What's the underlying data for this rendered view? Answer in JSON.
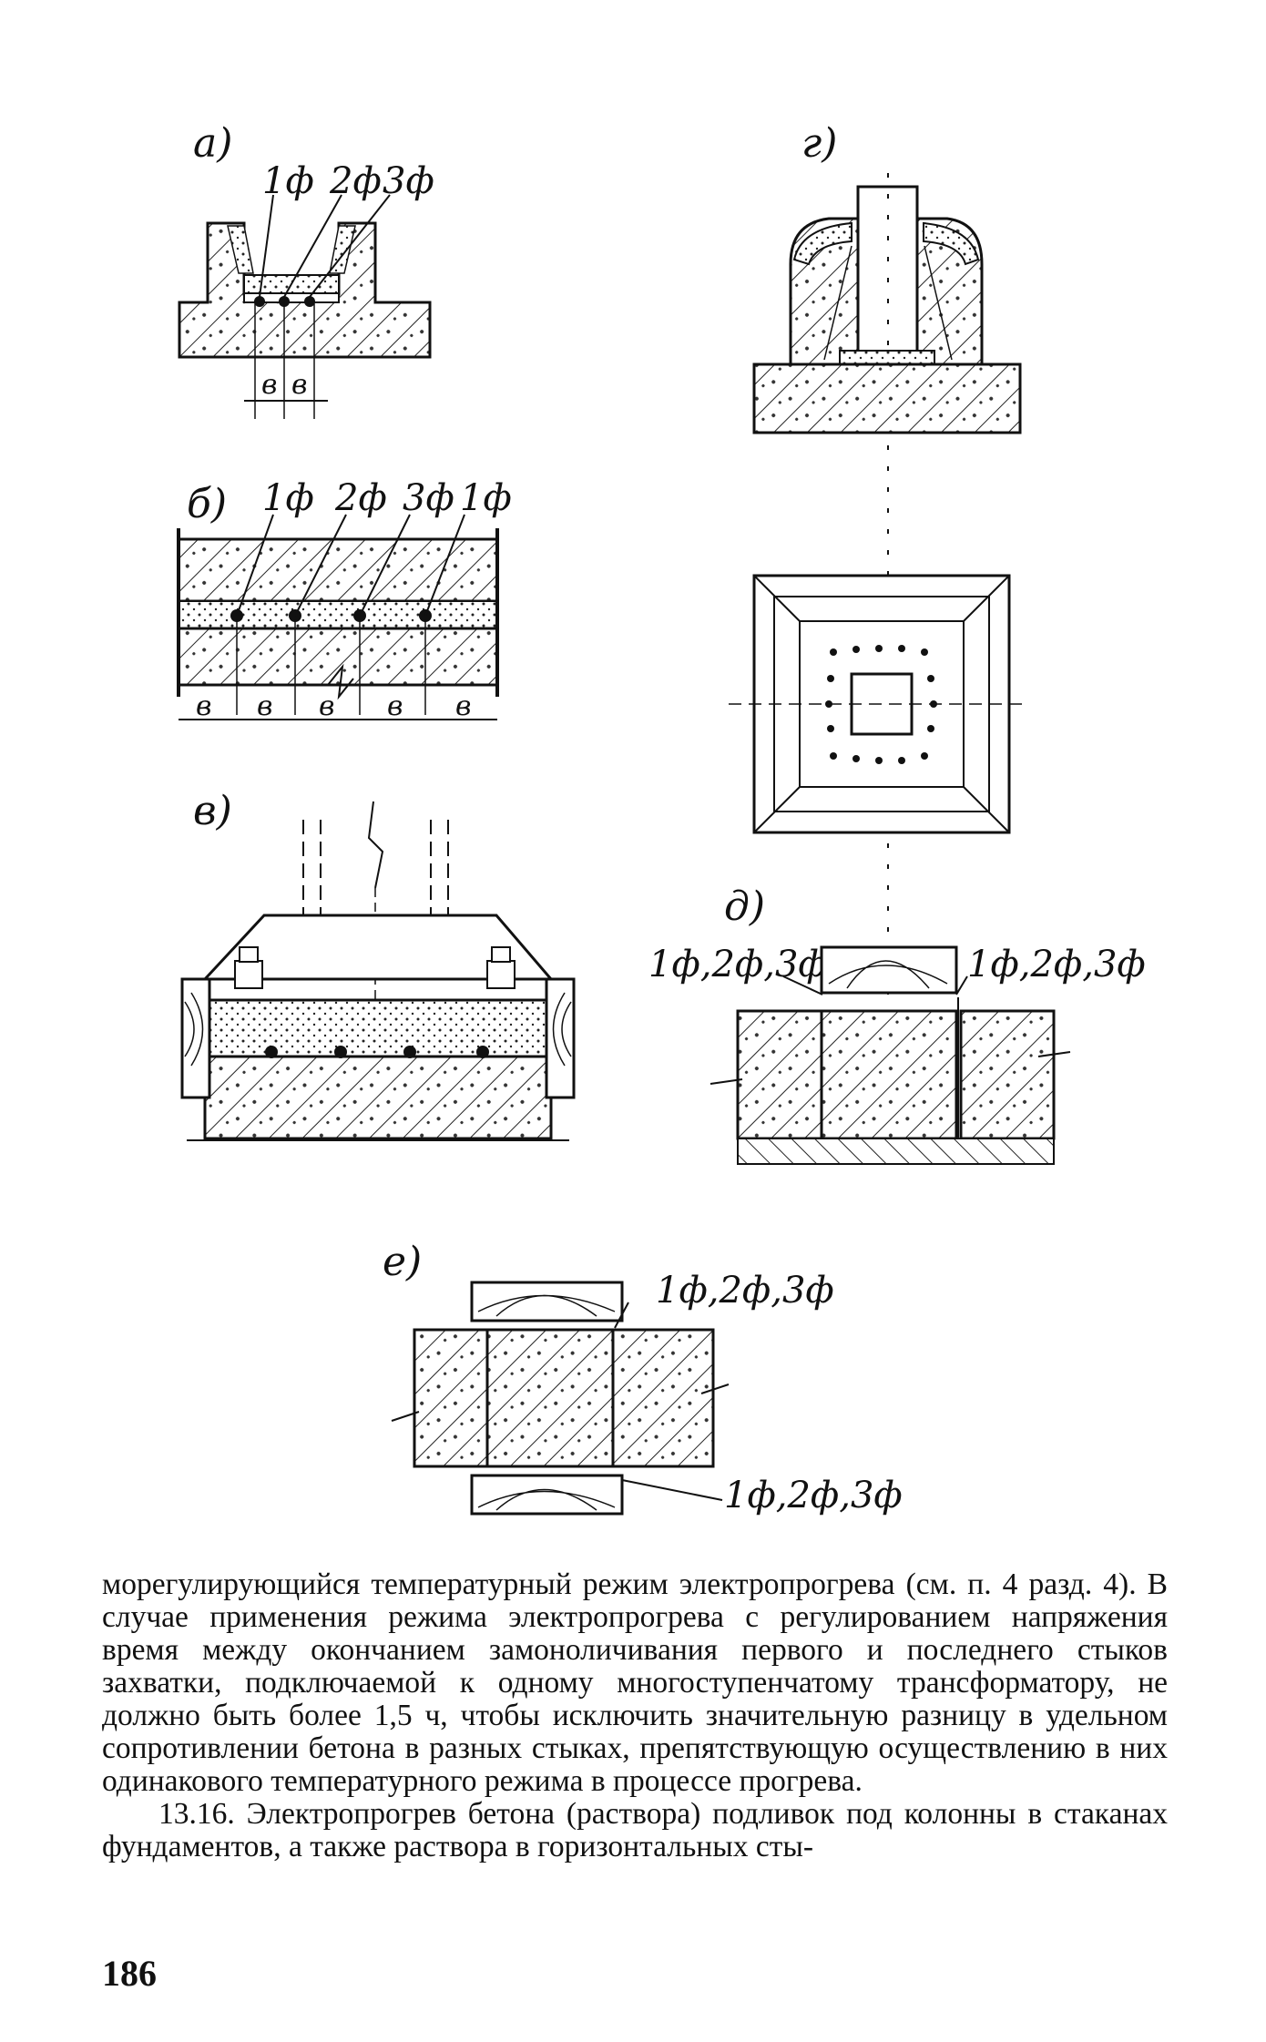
{
  "figure": {
    "labels": {
      "a": "а)",
      "b": "б)",
      "v": "в)",
      "g": "г)",
      "d": "д)",
      "e": "е)"
    },
    "phases": {
      "ph1": "1ф",
      "ph2": "2ф",
      "ph3": "3ф",
      "ph123": "1ф,2ф,3ф"
    },
    "dimension": "в"
  },
  "body": {
    "paragraph1": "морегулирующийся температурный режим электропрогрева (см. п. 4 разд. 4). В случае применения режима электропрогрева с регулированием напряжения время между окончанием замоноличивания первого и последнего стыков захватки, подключаемой к одному многоступенчатому трансформатору, не должно быть более 1,5 ч, чтобы исключить значительную разницу в удельном сопротивлении бетона в разных стыках, препятствующую осуществлению в них одинакового температурного режима в процессе прогрева.",
    "paragraph2": "13.16. Электропрогрев бетона (раствора) подливок под колонны в стаканах фундаментов, а также раствора в горизонтальных сты-"
  },
  "page_number": "186"
}
